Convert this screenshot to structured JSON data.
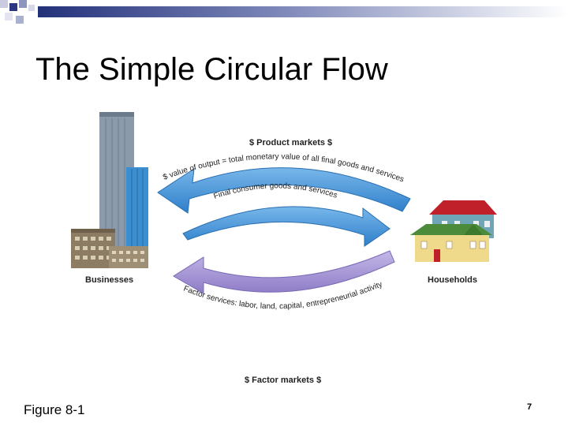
{
  "slide": {
    "title": "The Simple Circular Flow",
    "figure_label": "Figure 8-1",
    "page_number": "7"
  },
  "diagram": {
    "product_markets": "$ Product markets $",
    "output_value": "$ value of output = total monetary value of all final goods and services",
    "consumer_goods": "Final consumer goods and services",
    "factor_services": "Factor services: labor, land, capital, entrepreneurial activity",
    "factor_markets": "$ Factor markets $",
    "businesses": "Businesses",
    "households": "Households"
  },
  "colors": {
    "blue_arrow": "#3a8ad3",
    "purple_arrow": "#9d8bd0",
    "header_bar": "#23317a"
  }
}
